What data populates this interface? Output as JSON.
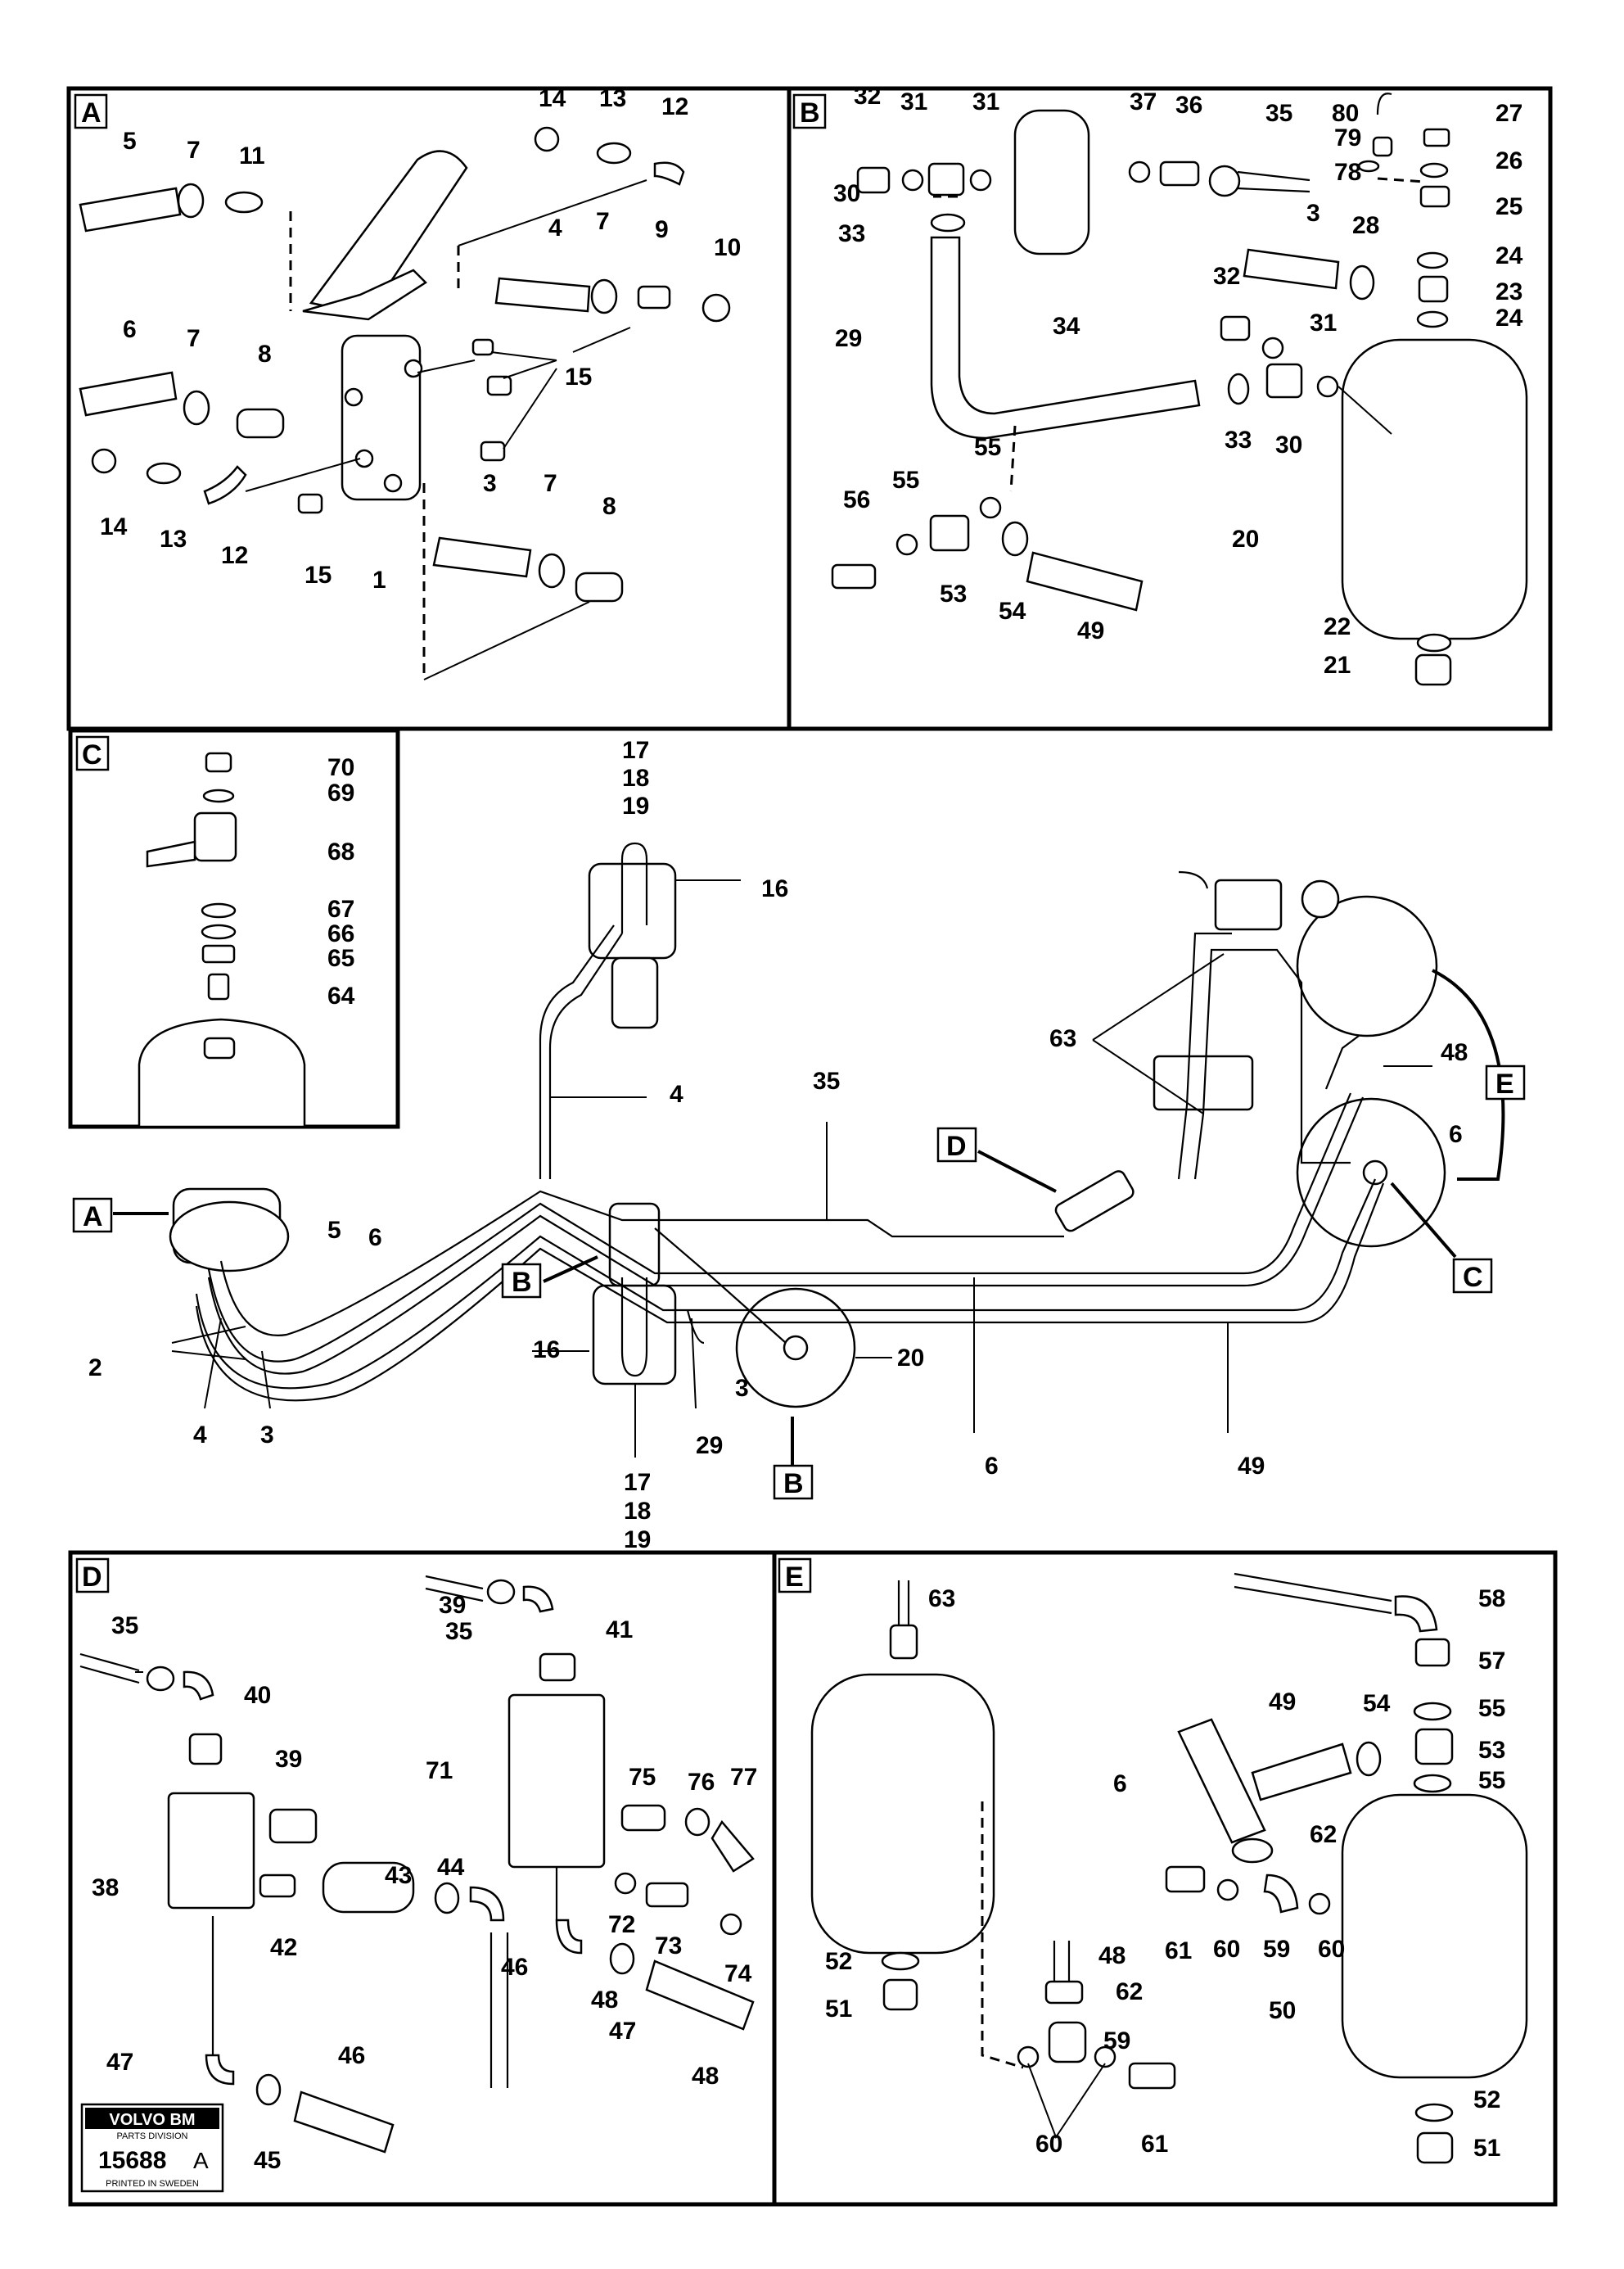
{
  "panels": {
    "A": {
      "tag": "A"
    },
    "B": {
      "tag": "B"
    },
    "C": {
      "tag": "C"
    },
    "D": {
      "tag": "D"
    },
    "E": {
      "tag": "E"
    }
  },
  "callouts": {
    "A": [
      "A",
      "B",
      "B",
      "C",
      "D",
      "E"
    ]
  },
  "logo": {
    "brand": "VOLVO BM",
    "division": "PARTS DIVISION",
    "number": "15688",
    "suffix": "A",
    "printed": "PRINTED IN SWEDEN"
  },
  "labels": {
    "panelA": [
      "14",
      "13",
      "12",
      "5",
      "7",
      "11",
      "4",
      "7",
      "9",
      "10",
      "6",
      "7",
      "8",
      "15",
      "14",
      "13",
      "12",
      "15",
      "1",
      "3",
      "7",
      "8"
    ],
    "panelB": [
      "32",
      "31",
      "31",
      "37",
      "36",
      "35",
      "80",
      "79",
      "78",
      "27",
      "26",
      "25",
      "30",
      "33",
      "34",
      "3",
      "28",
      "24",
      "23",
      "24",
      "32",
      "31",
      "29",
      "33",
      "30",
      "56",
      "55",
      "55",
      "53",
      "54",
      "49",
      "20",
      "22",
      "21"
    ],
    "panelC": [
      "70",
      "69",
      "68",
      "67",
      "66",
      "65",
      "64"
    ],
    "main": [
      "17",
      "18",
      "19",
      "16",
      "4",
      "35",
      "63",
      "48",
      "6",
      "5",
      "6",
      "2",
      "4",
      "3",
      "16",
      "29",
      "3",
      "20",
      "6",
      "49",
      "17",
      "18",
      "19"
    ],
    "panelD": [
      "35",
      "40",
      "35",
      "39",
      "39",
      "41",
      "71",
      "75",
      "76",
      "77",
      "38",
      "43",
      "44",
      "72",
      "73",
      "74",
      "42",
      "46",
      "47",
      "45",
      "46",
      "48",
      "47",
      "48"
    ],
    "panelE": [
      "63",
      "58",
      "57",
      "55",
      "54",
      "49",
      "53",
      "6",
      "55",
      "62",
      "48",
      "61",
      "60",
      "59",
      "60",
      "52",
      "51",
      "62",
      "50",
      "59",
      "52",
      "60",
      "61",
      "51"
    ]
  }
}
